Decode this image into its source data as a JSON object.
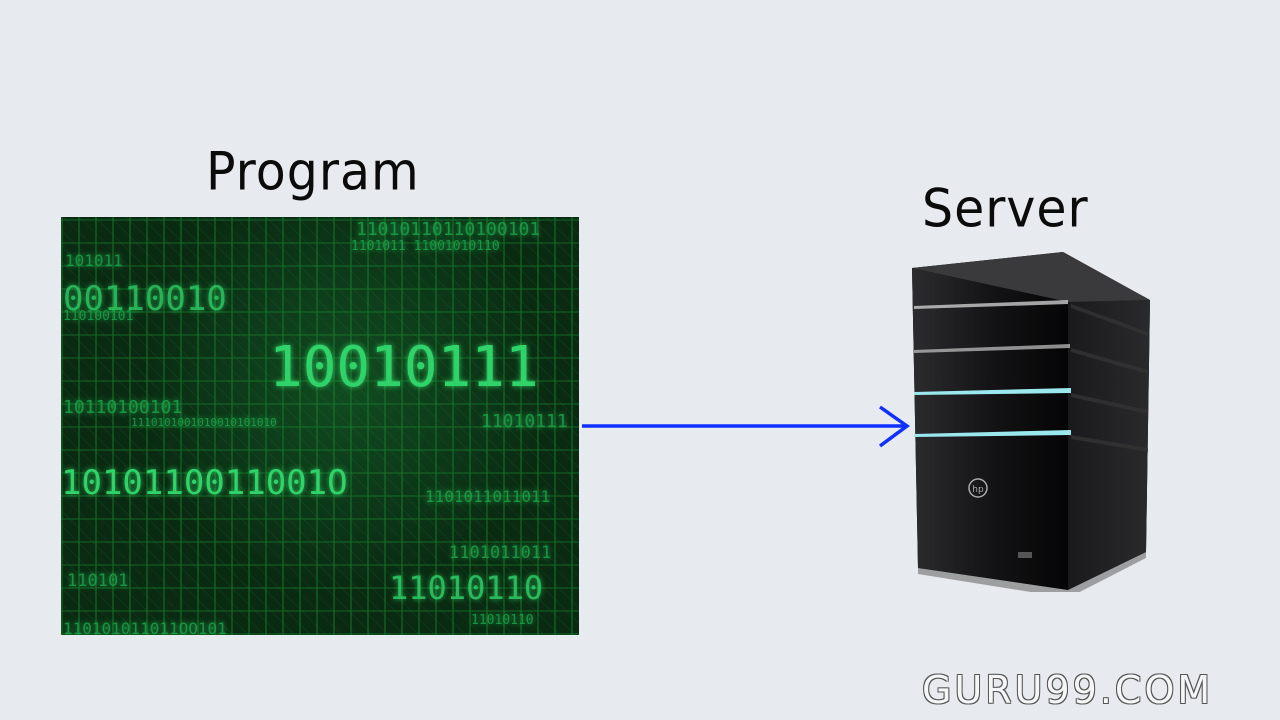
{
  "diagram": {
    "program_label": "Program",
    "server_label": "Server",
    "watermark": "GURU99.COM",
    "arrow_color": "#1030ff"
  },
  "program_image": {
    "binary_strings": [
      "11010110110100101",
      "1101011 11001010110",
      "101011",
      "00110010",
      "110100101",
      "10010111",
      "10110100101",
      "1110101001010010101010",
      "11010111",
      "1010110011001O",
      "1101011011011",
      "1101011011",
      "110101",
      "11010110",
      "11010110",
      "110101011011OO101"
    ]
  }
}
